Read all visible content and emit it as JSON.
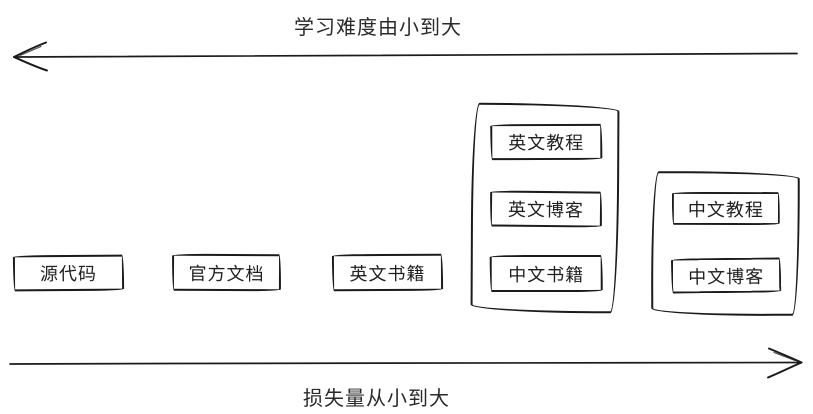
{
  "diagram": {
    "top_axis": {
      "label": "学习难度由小到大",
      "arrow_direction": "left"
    },
    "bottom_axis": {
      "label": "损失量从小到大",
      "arrow_direction": "right"
    },
    "boxes": {
      "source_code": "源代码",
      "official_docs": "官方文档",
      "english_books": "英文书籍",
      "english_tutorials": "英文教程",
      "english_blogs": "英文博客",
      "chinese_books": "中文书籍",
      "chinese_tutorials": "中文教程",
      "chinese_blogs": "中文博客"
    },
    "colors": {
      "stroke": "#1b1b1b",
      "background": "#ffffff",
      "text": "#1f1f1f"
    }
  }
}
